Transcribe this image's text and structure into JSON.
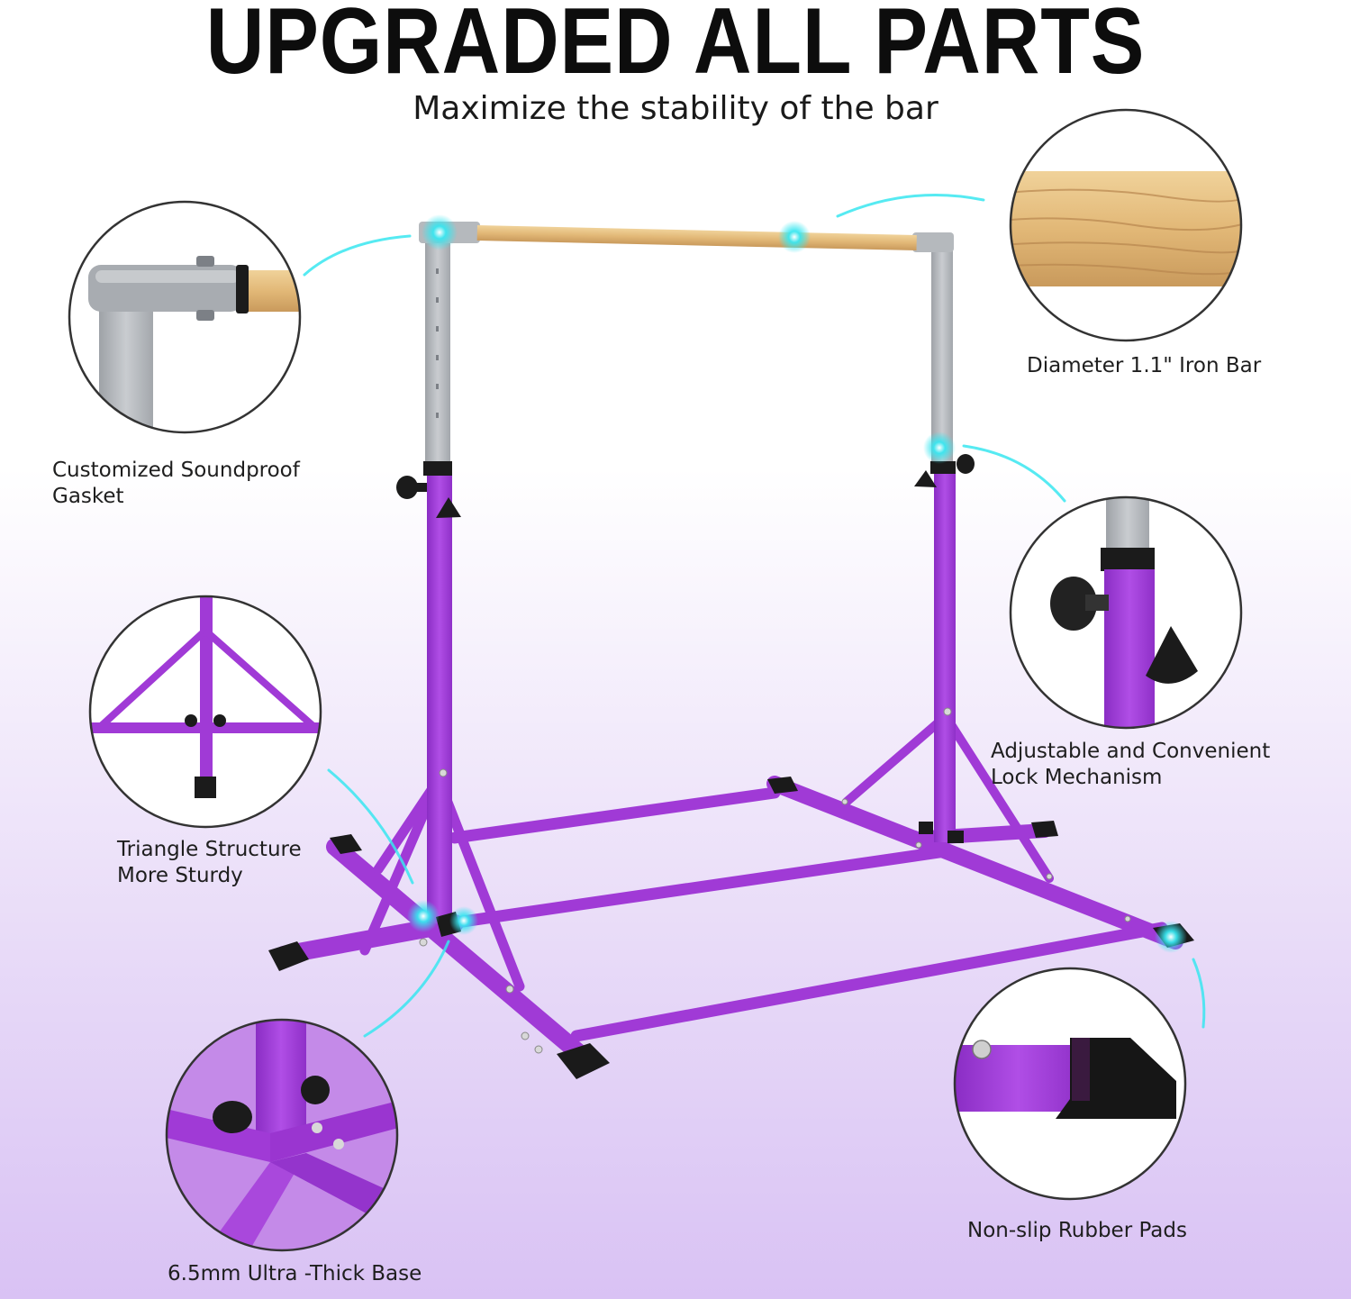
{
  "header": {
    "title": "UPGRADED ALL PARTS",
    "subtitle": "Maximize the stability of the bar"
  },
  "callouts": {
    "gasket": [
      "Customized Soundproof",
      "Gasket"
    ],
    "bar": [
      "Diameter 1.1\" Iron Bar"
    ],
    "triangle": [
      "Triangle Structure",
      "More Sturdy"
    ],
    "lock": [
      "Adjustable and Convenient",
      "Lock Mechanism"
    ],
    "base": [
      "6.5mm Ultra -Thick Base"
    ],
    "pads": [
      "Non-slip Rubber Pads"
    ]
  },
  "colors": {
    "frame_purple": "#a03ad6",
    "upright_gray": "#b3b7bc",
    "wood": "#e2be86",
    "rubber": "#1a1a1a",
    "highlight": "#38e6f0"
  }
}
